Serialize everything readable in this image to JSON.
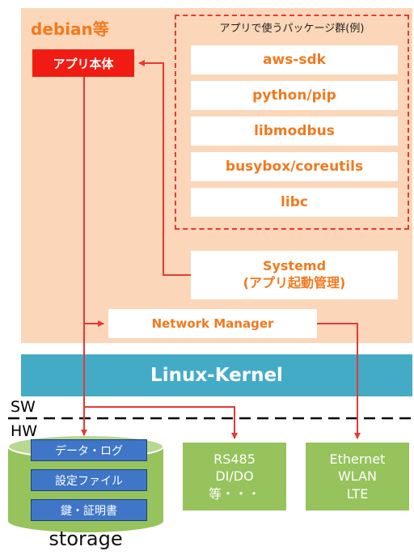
{
  "colors": {
    "debian_bg": "#fbd6b8",
    "accent_orange": "#f07a1e",
    "arrow_red": "#e53935",
    "app_red": "#f01c14",
    "kernel_blue": "#44abc7",
    "hw_green": "#96c35c",
    "storage_blue": "#3f76c7"
  },
  "debian": {
    "label": "debian等"
  },
  "app": {
    "label": "アプリ本体"
  },
  "packages": {
    "title": "アプリで使うパッケージ群(例)",
    "items": [
      "aws-sdk",
      "python/pip",
      "libmodbus",
      "busybox/coreutils",
      "libc"
    ]
  },
  "systemd": {
    "line1": "Systemd",
    "line2": "(アプリ起動管理)"
  },
  "network_manager": {
    "label": "Network Manager"
  },
  "kernel": {
    "label": "Linux-Kernel"
  },
  "boundary": {
    "sw": "SW",
    "hw": "HW"
  },
  "hw": {
    "serial": [
      "RS485",
      "DI/DO",
      "等・・・"
    ],
    "network": [
      "Ethernet",
      "WLAN",
      "LTE"
    ]
  },
  "storage": {
    "items": [
      "データ・ログ",
      "設定ファイル",
      "鍵・証明書"
    ],
    "label": "storage"
  }
}
